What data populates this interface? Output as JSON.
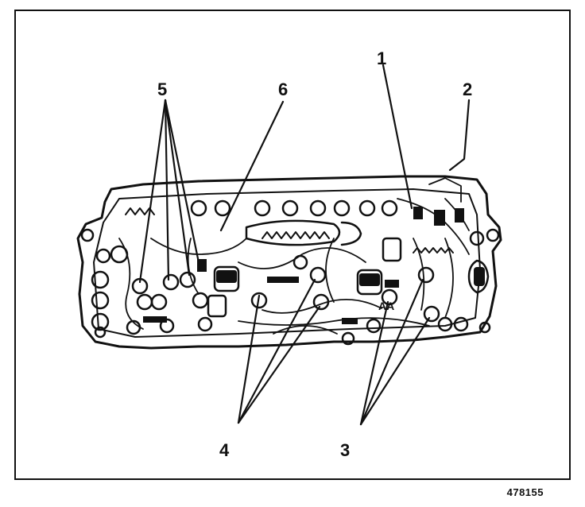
{
  "diagram": {
    "callouts": [
      {
        "id": "c1",
        "label": "1"
      },
      {
        "id": "c2",
        "label": "2"
      },
      {
        "id": "c3",
        "label": "3"
      },
      {
        "id": "c4",
        "label": "4"
      },
      {
        "id": "c5",
        "label": "5"
      },
      {
        "id": "c6",
        "label": "6"
      }
    ],
    "figure_number": "478155",
    "stroke_color": "#111111",
    "fill_color": "#ffffff"
  }
}
